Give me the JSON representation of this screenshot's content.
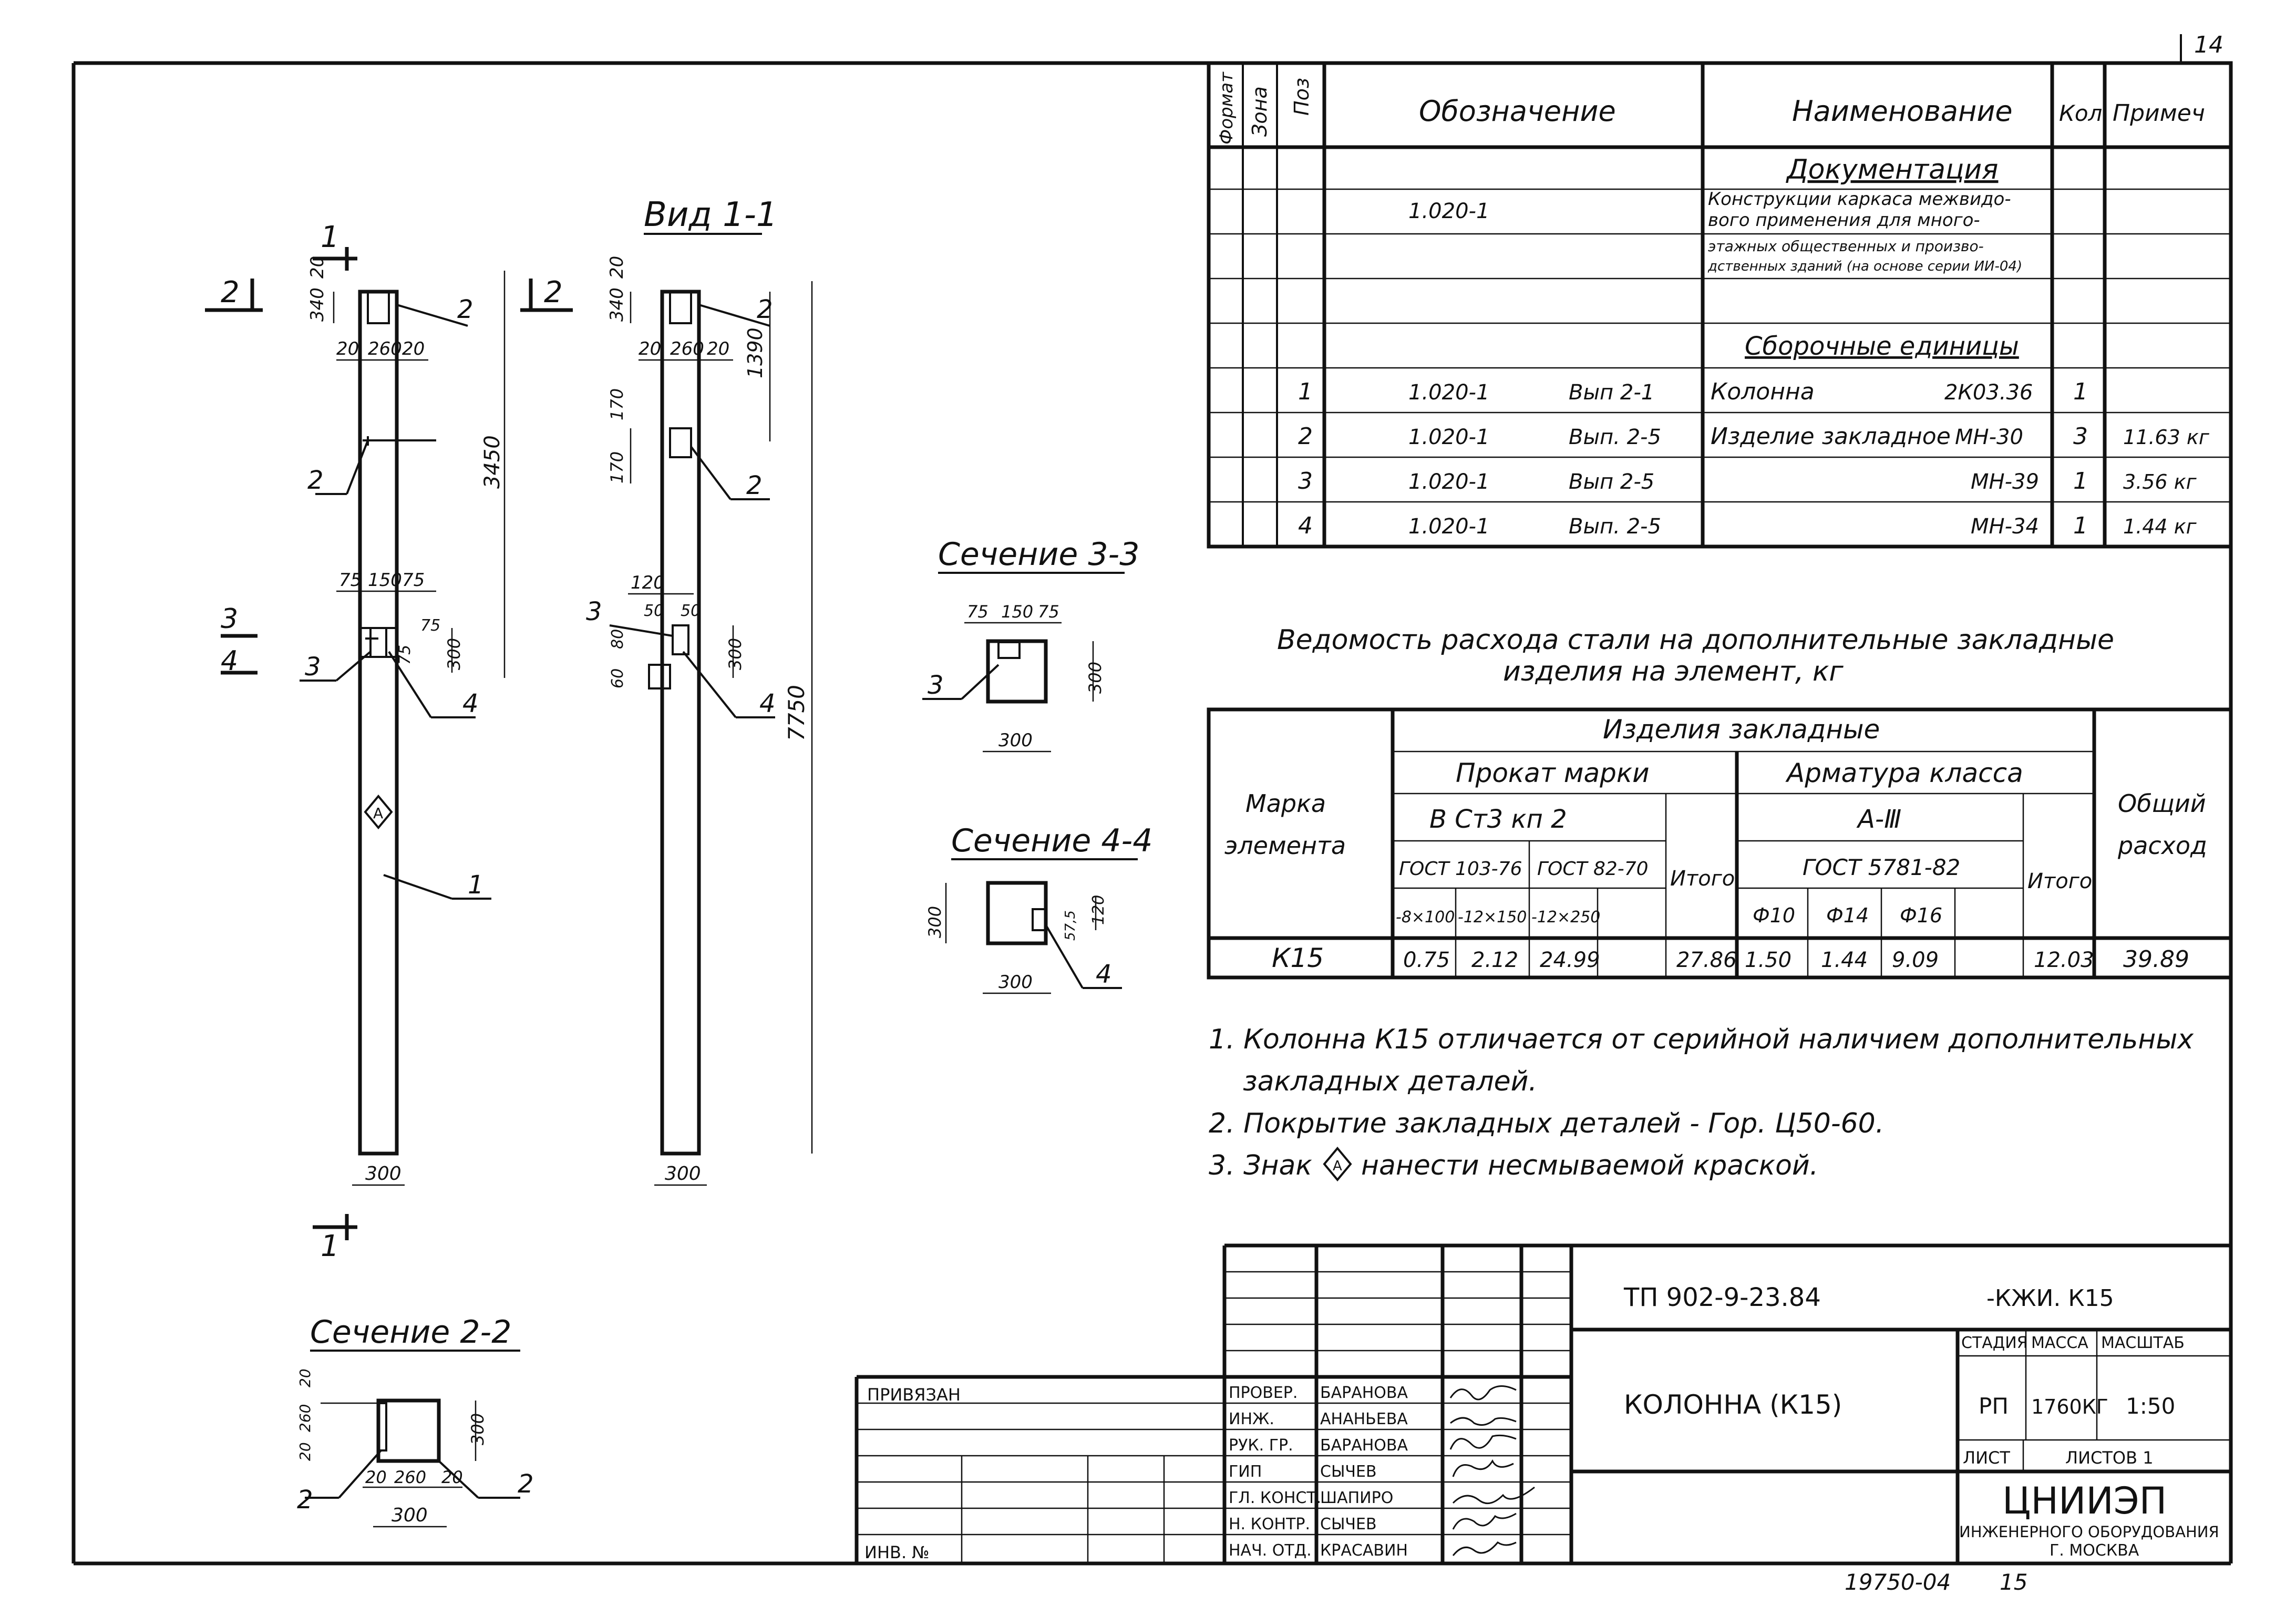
{
  "sheet": {
    "number": "14",
    "inventory_label": "ИНВ. №",
    "bound_label": "ПРИВЯЗАН",
    "bottom_code": "19750-04",
    "bottom_page": "15"
  },
  "views": {
    "front": {
      "cut_mark_1_top": "1",
      "cut_mark_1_bottom": "1",
      "cut_mark_2_left": "2",
      "cut_mark_2_right": "2",
      "cut_mark_3": "3",
      "cut_mark_4": "4",
      "dim_340": "340",
      "dim_20a": "20",
      "dim_20": "20",
      "dim_260": "260",
      "dim_3450": "3450",
      "dim_75": "75",
      "dim_150": "150",
      "dim_75b": "75",
      "dim_300v": "300",
      "dim_75c": "75",
      "dim_75d": "75",
      "dim_300": "300",
      "mark_a": "А",
      "pos1": "1",
      "pos2": "2",
      "pos3": "3",
      "pos4": "4"
    },
    "side": {
      "title": "Вид 1-1",
      "dim_340": "340",
      "dim_20a": "20",
      "dim_20": "20",
      "dim_260": "260",
      "dim_1390": "1390",
      "dim_170a": "170",
      "dim_170b": "170",
      "dim_120": "120",
      "dim_50a": "50",
      "dim_50b": "50",
      "dim_80": "80",
      "dim_60": "60",
      "dim_300": "300",
      "dim_7750": "7750",
      "pos2": "2",
      "pos3": "3",
      "pos4": "4"
    },
    "sec33": {
      "title": "Сечение 3-3",
      "d75a": "75",
      "d150": "150",
      "d75b": "75",
      "d300v": "300",
      "d300": "300",
      "pos": "3"
    },
    "sec44": {
      "title": "Сечение 4-4",
      "d300v": "300",
      "d120": "120",
      "d57": "57,5",
      "d300": "300",
      "pos": "4"
    },
    "sec22": {
      "title": "Сечение 2-2",
      "d20a": "20",
      "d260": "260",
      "d20b": "20",
      "d300v": "300",
      "d20c": "20",
      "d260b": "260",
      "d20d": "20",
      "d300": "300",
      "pos": "2"
    }
  },
  "spec": {
    "headers": [
      "Формат",
      "Зона",
      "Поз",
      "Обозначение",
      "Наименование",
      "Кол.",
      "Примеч"
    ],
    "section_docs": "Документация",
    "doc_code": "1.020-1",
    "doc_name_lines": [
      "Конструкции каркаса межвидо-",
      "вого применения для много-",
      "этажных общественных и произво-",
      "дственных зданий (на основе серии ИИ-04)"
    ],
    "section_units": "Сборочные единицы",
    "rows": [
      {
        "pos": "1",
        "code": "1.020-1",
        "issue": "Вып 2-1",
        "name": "Колонна",
        "mark": "2К03.36",
        "qty": "1",
        "note": ""
      },
      {
        "pos": "2",
        "code": "1.020-1",
        "issue": "Вып. 2-5",
        "name": "Изделие закладное",
        "mark": "МН-30",
        "qty": "3",
        "note": "11.63 кг"
      },
      {
        "pos": "3",
        "code": "1.020-1",
        "issue": "Вып 2-5",
        "name": "",
        "mark": "МН-39",
        "qty": "1",
        "note": "3.56 кг"
      },
      {
        "pos": "4",
        "code": "1.020-1",
        "issue": "Вып. 2-5",
        "name": "",
        "mark": "МН-34",
        "qty": "1",
        "note": "1.44 кг"
      }
    ]
  },
  "steel": {
    "title_line1": "Ведомость расхода стали на дополнительные закладные",
    "title_line2": "изделия на элемент, кг",
    "h_items": "Изделия закладные",
    "h_rolled": "Прокат марки",
    "h_rebar": "Арматура класса",
    "h_grade": "В Ст3 кп 2",
    "h_class": "А-Ⅲ",
    "h_gost1": "ГОСТ 103-76",
    "h_gost2": "ГОСТ 82-70",
    "h_gost3": "ГОСТ 5781-82",
    "h_total": "Итого",
    "h_total2": "Итого",
    "h_mark_l1": "Марка",
    "h_mark_l2": "элемента",
    "h_sum_l1": "Общий",
    "h_sum_l2": "расход",
    "h_s1": "-8×100",
    "h_s2": "-12×150",
    "h_s3": "-12×250",
    "h_f10": "Ф10",
    "h_f14": "Ф14",
    "h_f16": "Ф16",
    "row": {
      "mark": "К15",
      "v1": "0.75",
      "v2": "2.12",
      "v3": "24.99",
      "tot1": "27.86",
      "r10": "1.50",
      "r14": "1.44",
      "r16": "9.09",
      "tot2": "12.03",
      "sum": "39.89"
    }
  },
  "notes": {
    "n1a": "1. Колонна К15 отличается от серийной наличием дополнительных",
    "n1b": "закладных деталей.",
    "n2": "2. Покрытие закладных деталей - Гор. Ц50-60.",
    "n3a": "3. Знак",
    "n3sym": "А",
    "n3b": "нанести несмываемой краской."
  },
  "title_block": {
    "code": "ТП 902-9-23.84",
    "code_suffix": "-КЖИ. К15",
    "name": "КОЛОННА    (К15)",
    "stage_h": "СТАДИЯ",
    "mass_h": "МАССА",
    "scale_h": "МАСШТАБ",
    "stage": "РП",
    "mass": "1760КГ",
    "scale": "1:50",
    "sheet_h": "ЛИСТ",
    "sheets_h": "ЛИСТОВ 1",
    "org_big": "ЦНИИЭП",
    "org_l2": "ИНЖЕНЕРНОГО ОБОРУДОВАНИЯ",
    "org_l3": "Г. МОСКВА",
    "roles": [
      {
        "role": "ПРОВЕР.",
        "name": "БАРАНОВА"
      },
      {
        "role": "ИНЖ.",
        "name": "АНАНЬЕВА"
      },
      {
        "role": "РУК. ГР.",
        "name": "БАРАНОВА"
      },
      {
        "role": "ГИП",
        "name": "СЫЧЕВ"
      },
      {
        "role": "ГЛ. КОНСТ.",
        "name": "ШАПИРО"
      },
      {
        "role": "Н. КОНТР.",
        "name": "СЫЧЕВ"
      },
      {
        "role": "НАЧ. ОТД.",
        "name": "КРАСАВИН"
      }
    ]
  }
}
